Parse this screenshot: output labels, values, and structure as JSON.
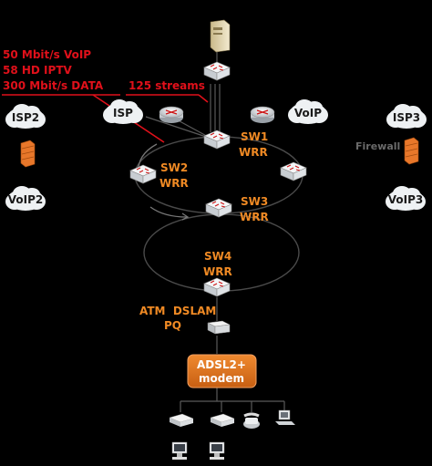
{
  "annotations": {
    "voip_rate": "50 Mbit/s VoIP",
    "iptv_rate": "58 HD IPTV",
    "data_rate": "300 Mbit/s DATA",
    "streams": "125 streams"
  },
  "clouds": {
    "isp": "ISP",
    "voip": "VoIP",
    "isp2": "ISP2",
    "voip2": "VoIP2",
    "isp3": "ISP3",
    "voip3": "VoIP3"
  },
  "firewall_label": "Firewall",
  "switches": {
    "sw1": [
      "SW1",
      "WRR"
    ],
    "sw2": [
      "SW2",
      "WRR"
    ],
    "sw3": [
      "SW3",
      "WRR"
    ],
    "sw4": [
      "SW4",
      "WRR"
    ]
  },
  "dslam": [
    "ATM  DSLAM",
    "PQ"
  ],
  "modem": [
    "ADSL2+",
    "modem"
  ],
  "colors": {
    "background": "#000000",
    "annotation_red": "#e0101a",
    "label_orange": "#f08a24",
    "cloud_fill": "#eef1f3",
    "modem_fill": "#e0721e"
  }
}
